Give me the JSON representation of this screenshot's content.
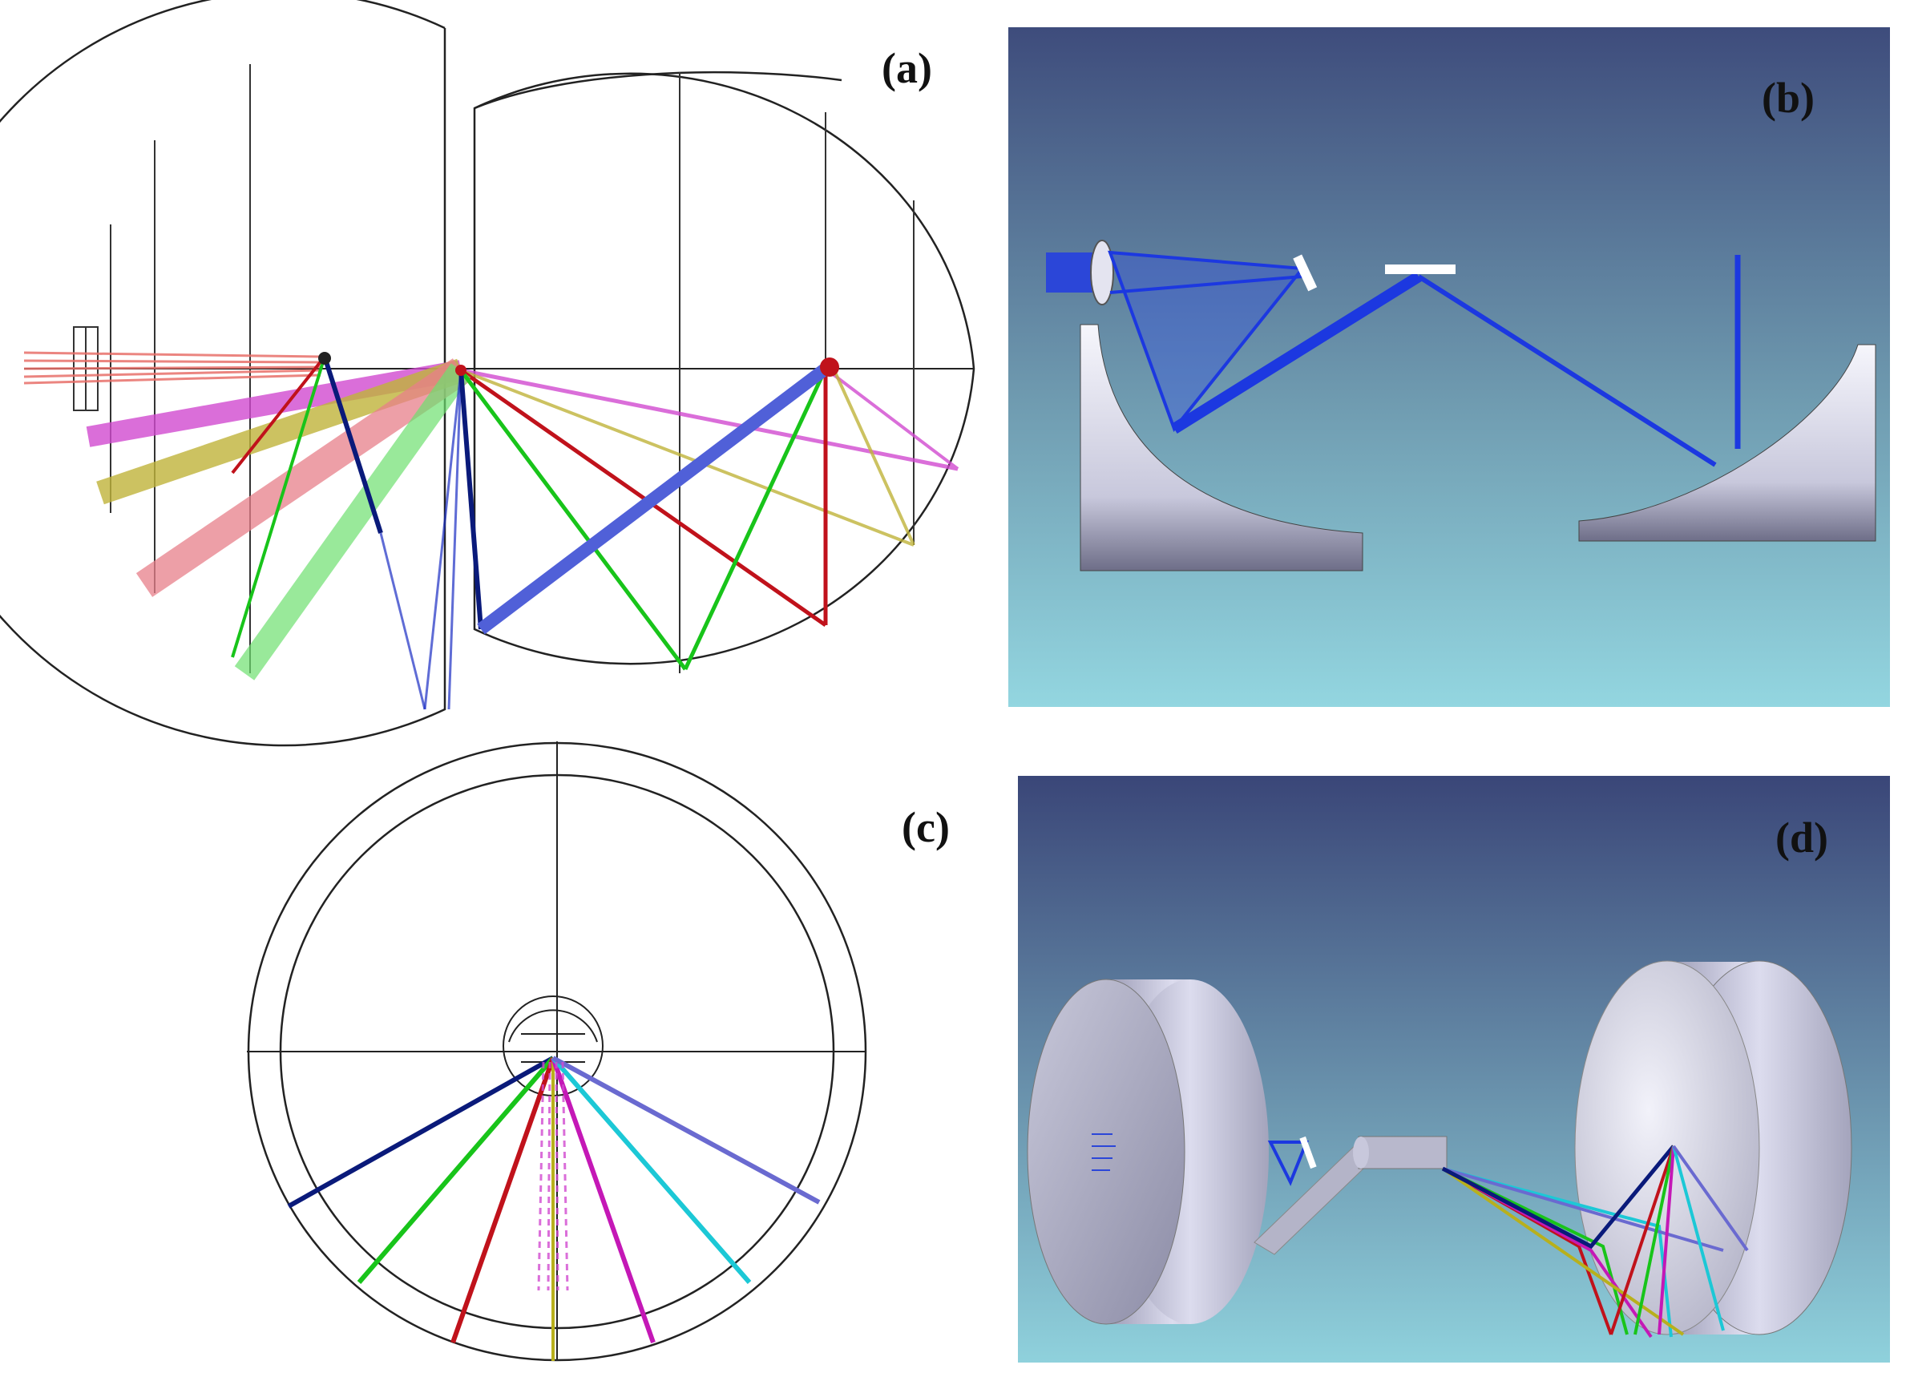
{
  "figure": {
    "panels": [
      {
        "id": "a",
        "label": "(a)"
      },
      {
        "id": "b",
        "label": "(b)"
      },
      {
        "id": "c",
        "label": "(c)"
      },
      {
        "id": "d",
        "label": "(d)"
      }
    ]
  },
  "colors": {
    "blue": "#1c2fc4",
    "navy": "#0a1a7a",
    "red": "#c0121b",
    "green": "#18c41a",
    "magenta": "#c418b6",
    "yellow": "#b8b01c",
    "cyan": "#1cc8d6",
    "slate": "#6a6ad0",
    "salmon": "#e8706a",
    "panel_bg_top": "#3e4c7c",
    "panel_bg_bottom": "#8cd0dc",
    "mirror_light": "#f4f4fb",
    "mirror_dark": "#8a8aa6"
  }
}
